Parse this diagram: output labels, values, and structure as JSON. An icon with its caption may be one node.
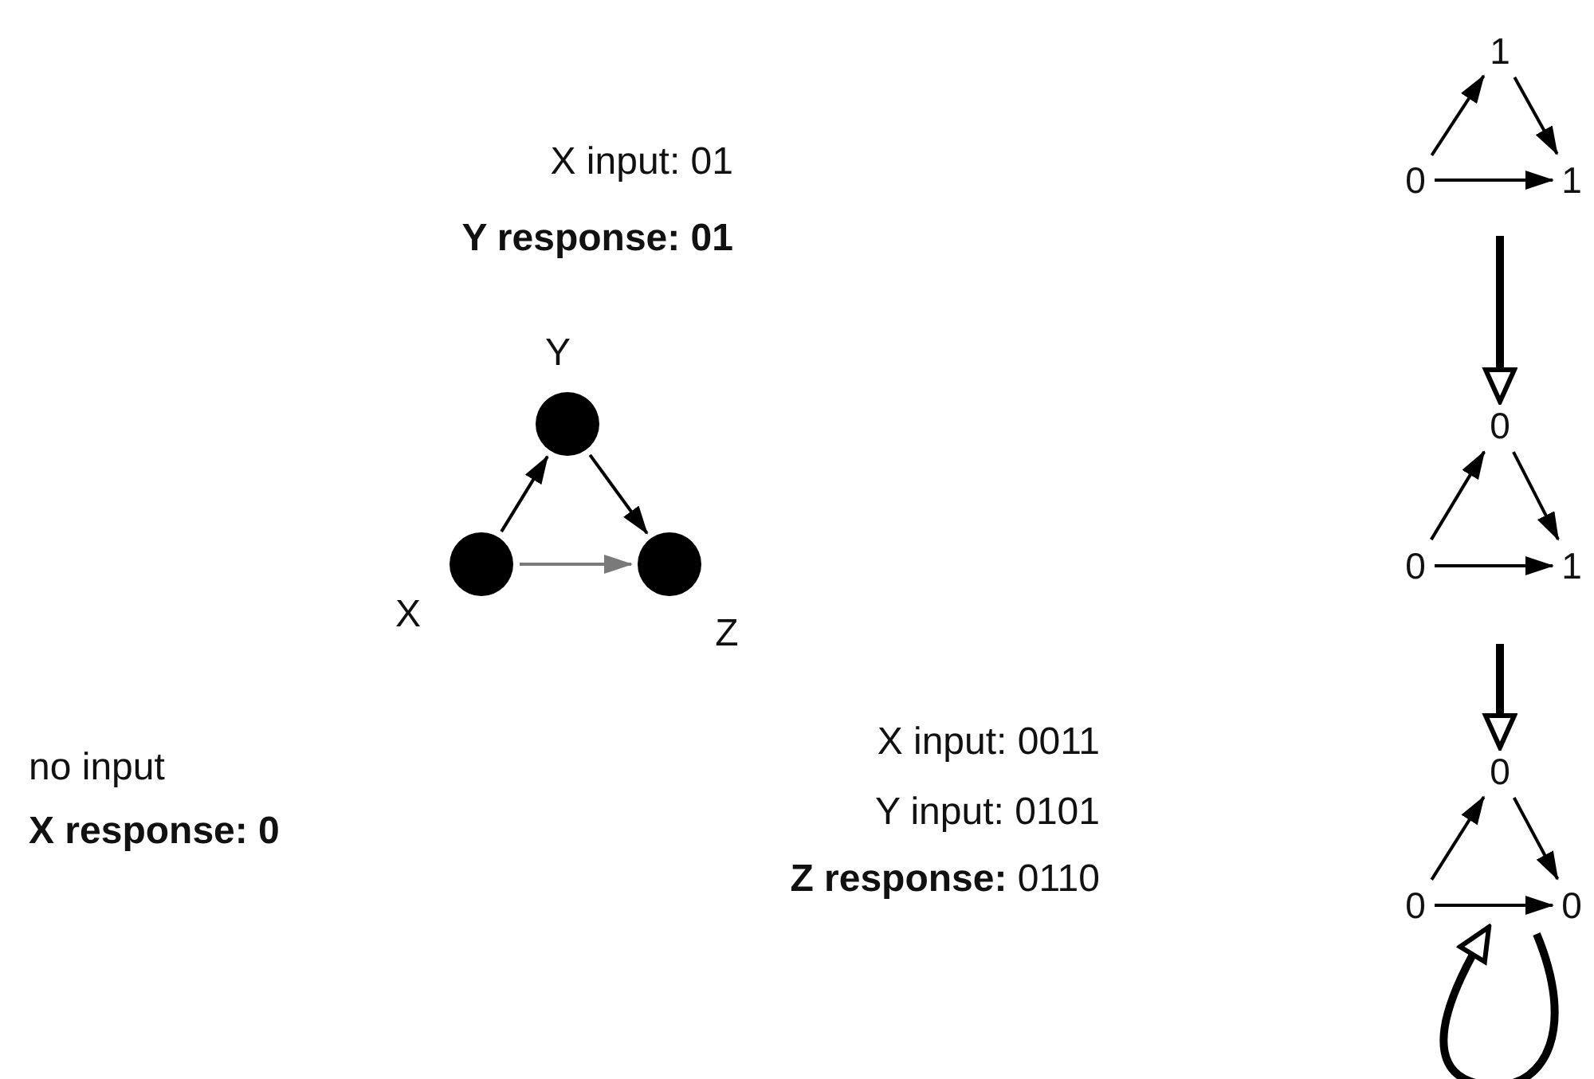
{
  "diagram": {
    "nodes": [
      {
        "text": [],
        "shape": "circle",
        "beside": [
          "Y"
        ]
      },
      {
        "text": [],
        "shape": "circle",
        "beside": [
          "X"
        ]
      },
      {
        "text": [],
        "shape": "circle",
        "beside": [
          "Z"
        ]
      },
      {
        "text": [
          "1"
        ]
      },
      {
        "text": [
          "0"
        ]
      },
      {
        "text": [
          "1"
        ]
      },
      {
        "text": [
          "0"
        ]
      },
      {
        "text": [
          "0"
        ]
      },
      {
        "text": [
          "1"
        ]
      },
      {
        "text": [
          "0"
        ]
      },
      {
        "text": [
          "0"
        ]
      },
      {
        "text": [
          "0"
        ]
      }
    ],
    "edges": [
      {
        "from": 1,
        "to": 0,
        "arrow": "to"
      },
      {
        "from": 0,
        "to": 2,
        "arrow": "to"
      },
      {
        "from": 1,
        "to": 2,
        "arrow": "to",
        "color": "#7a7a7a"
      },
      {
        "from": 4,
        "to": 3,
        "arrow": "to"
      },
      {
        "from": 3,
        "to": 5,
        "arrow": "to"
      },
      {
        "from": 4,
        "to": 5,
        "arrow": "to"
      },
      {
        "from": null,
        "to": 6,
        "arrow": "to",
        "style": "thick"
      },
      {
        "from": 7,
        "to": 6,
        "arrow": "to"
      },
      {
        "from": 6,
        "to": 8,
        "arrow": "to"
      },
      {
        "from": 7,
        "to": 8,
        "arrow": "to"
      },
      {
        "from": null,
        "to": 9,
        "arrow": "to",
        "style": "thick"
      },
      {
        "from": 10,
        "to": 9,
        "arrow": "to"
      },
      {
        "from": 9,
        "to": 11,
        "arrow": "to"
      },
      {
        "from": 10,
        "to": 11,
        "arrow": "to"
      },
      {
        "from": 11,
        "to": 10,
        "arrow": "to",
        "style": "thick"
      }
    ],
    "labels": [
      "X input: 01",
      "**Y response: 01**",
      "no input",
      "**X response: 0**",
      "X input: 0011",
      "Y input: 0101",
      "**Z response:** 0110"
    ]
  }
}
